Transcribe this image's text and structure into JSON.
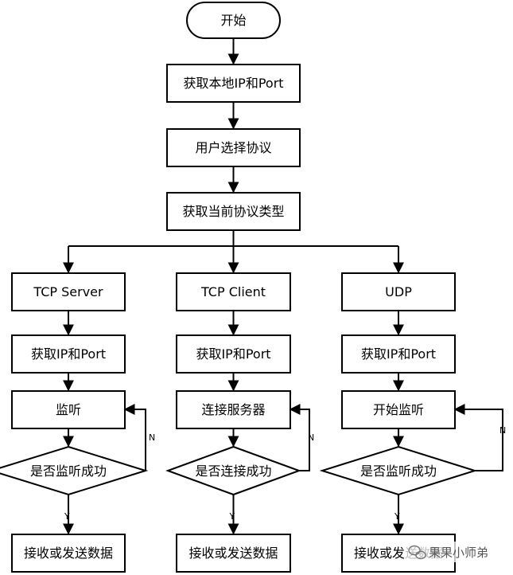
{
  "nodes": {
    "start": "开始",
    "get_local": "获取本地IP和Port",
    "user_select": "用户选择协议",
    "get_type": "获取当前协议类型",
    "tcp_server": {
      "title": "TCP Server",
      "get_ip": "获取IP和Port",
      "action": "监听",
      "check": "是否监听成功",
      "data": "接收或发送数据"
    },
    "tcp_client": {
      "title": "TCP Client",
      "get_ip": "获取IP和Port",
      "action": "连接服务器",
      "check": "是否连接成功",
      "data": "接收或发送数据"
    },
    "udp": {
      "title": "UDP",
      "get_ip": "获取IP和Port",
      "action": "开始监听",
      "check": "是否监听成功",
      "data": "接收或发送数据"
    }
  },
  "edge_labels": {
    "no": "N",
    "yes": "Y"
  },
  "watermark": {
    "text": "果果小师弟",
    "icon": "wechat-icon"
  }
}
